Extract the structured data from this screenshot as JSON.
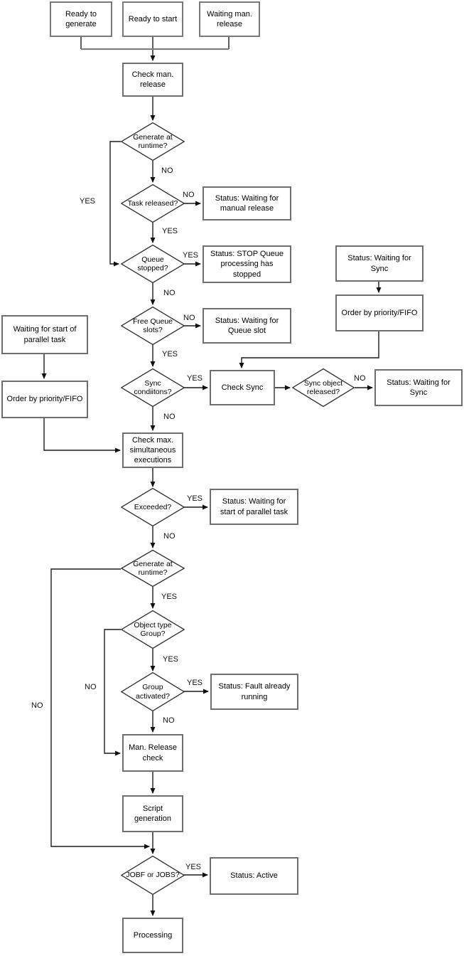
{
  "nodes": {
    "ready_to_generate": "Ready to generate",
    "ready_to_start": "Ready to start",
    "waiting_man_release": "Waiting man. release",
    "check_man_release": "Check man. release",
    "generate_at_runtime_1": "Generate at runtime?",
    "task_released": "Task released?",
    "status_waiting_manual_release": "Status: Waiting for manual release",
    "queue_stopped": "Queue stopped?",
    "status_stop_queue": "Status: STOP Queue processing has stopped",
    "free_queue_slots": "Free Queue slots?",
    "status_waiting_queue_slot": "Status: Waiting for Queue slot",
    "status_waiting_sync_top": "Status: Waiting for Sync",
    "order_by_priority_right": "Order by priority/FIFO",
    "sync_conditions": "Sync condiitons?",
    "check_sync": "Check Sync",
    "sync_object_released": "Sync object released?",
    "status_waiting_sync_right": "Status: Waiting for Sync",
    "waiting_start_parallel": "Waiting for start of parallel task",
    "order_by_priority_left": "Order by priority/FIFO",
    "check_max_sim": "Check max. simultaneous executions",
    "exceeded": "Exceeded?",
    "status_waiting_parallel": "Status: Waiting for start of parallel task",
    "generate_at_runtime_2": "Generate at runtime?",
    "object_type_group": "Object type Group?",
    "group_activated": "Group activated?",
    "status_fault_running": "Status: Fault already running",
    "man_release_check": "Man. Release check",
    "script_generation": "Script generation",
    "jobf_or_jobs": "JOBF or JOBS?",
    "status_active": "Status: Active",
    "processing": "Processing"
  },
  "edge_labels": {
    "gen1_yes": "YES",
    "gen1_no": "NO",
    "task_no": "NO",
    "task_yes": "YES",
    "queue_yes": "YES",
    "queue_no": "NO",
    "slots_no": "NO",
    "slots_yes": "YES",
    "sync_yes": "YES",
    "sync_no": "NO",
    "syncobj_no": "NO",
    "exceeded_yes": "YES",
    "exceeded_no": "NO",
    "gen2_yes": "YES",
    "gen2_no": "NO",
    "objtype_yes": "YES",
    "objtype_no": "NO",
    "group_yes": "YES",
    "group_no": "NO",
    "jobf_yes": "YES"
  },
  "colors": {
    "background": "#ffffff",
    "line": "#1a1a1a",
    "merge_bar": "#808080",
    "box_border": "#6e6e6e",
    "diamond_border": "#2b2b2b",
    "text": "#000000"
  }
}
